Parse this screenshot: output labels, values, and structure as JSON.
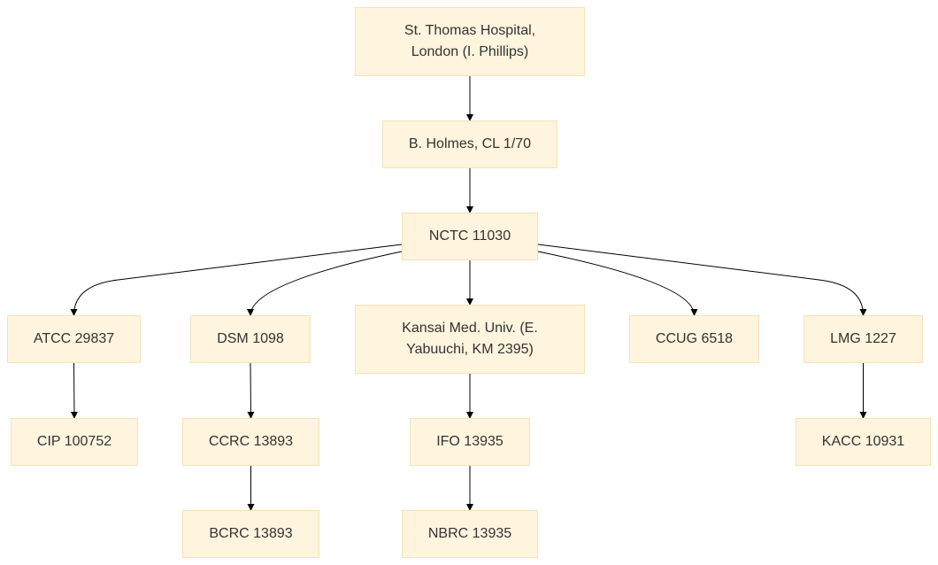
{
  "diagram": {
    "type": "tree",
    "direction": "top-down",
    "colors": {
      "node_fill": "#fff4dd",
      "node_border": "#f2e3b8",
      "text": "#333333",
      "edge": "#000000"
    },
    "nodes": [
      {
        "id": "st-thomas",
        "label": "St. Thomas Hospital, London (I. Phillips)"
      },
      {
        "id": "holmes",
        "label": "B. Holmes, CL 1/70"
      },
      {
        "id": "nctc",
        "label": "NCTC 11030"
      },
      {
        "id": "atcc",
        "label": "ATCC 29837"
      },
      {
        "id": "dsm",
        "label": "DSM 1098"
      },
      {
        "id": "kansai",
        "label": "Kansai Med. Univ. (E. Yabuuchi, KM 2395)"
      },
      {
        "id": "ccug",
        "label": "CCUG 6518"
      },
      {
        "id": "lmg",
        "label": "LMG 1227"
      },
      {
        "id": "cip",
        "label": "CIP 100752"
      },
      {
        "id": "ccrc",
        "label": "CCRC 13893"
      },
      {
        "id": "ifo",
        "label": "IFO 13935"
      },
      {
        "id": "kacc",
        "label": "KACC 10931"
      },
      {
        "id": "bcrc",
        "label": "BCRC 13893"
      },
      {
        "id": "nbrc",
        "label": "NBRC 13935"
      }
    ],
    "edges": [
      [
        "st-thomas",
        "holmes"
      ],
      [
        "holmes",
        "nctc"
      ],
      [
        "nctc",
        "atcc"
      ],
      [
        "nctc",
        "dsm"
      ],
      [
        "nctc",
        "kansai"
      ],
      [
        "nctc",
        "ccug"
      ],
      [
        "nctc",
        "lmg"
      ],
      [
        "atcc",
        "cip"
      ],
      [
        "dsm",
        "ccrc"
      ],
      [
        "ccrc",
        "bcrc"
      ],
      [
        "kansai",
        "ifo"
      ],
      [
        "ifo",
        "nbrc"
      ],
      [
        "lmg",
        "kacc"
      ]
    ]
  }
}
